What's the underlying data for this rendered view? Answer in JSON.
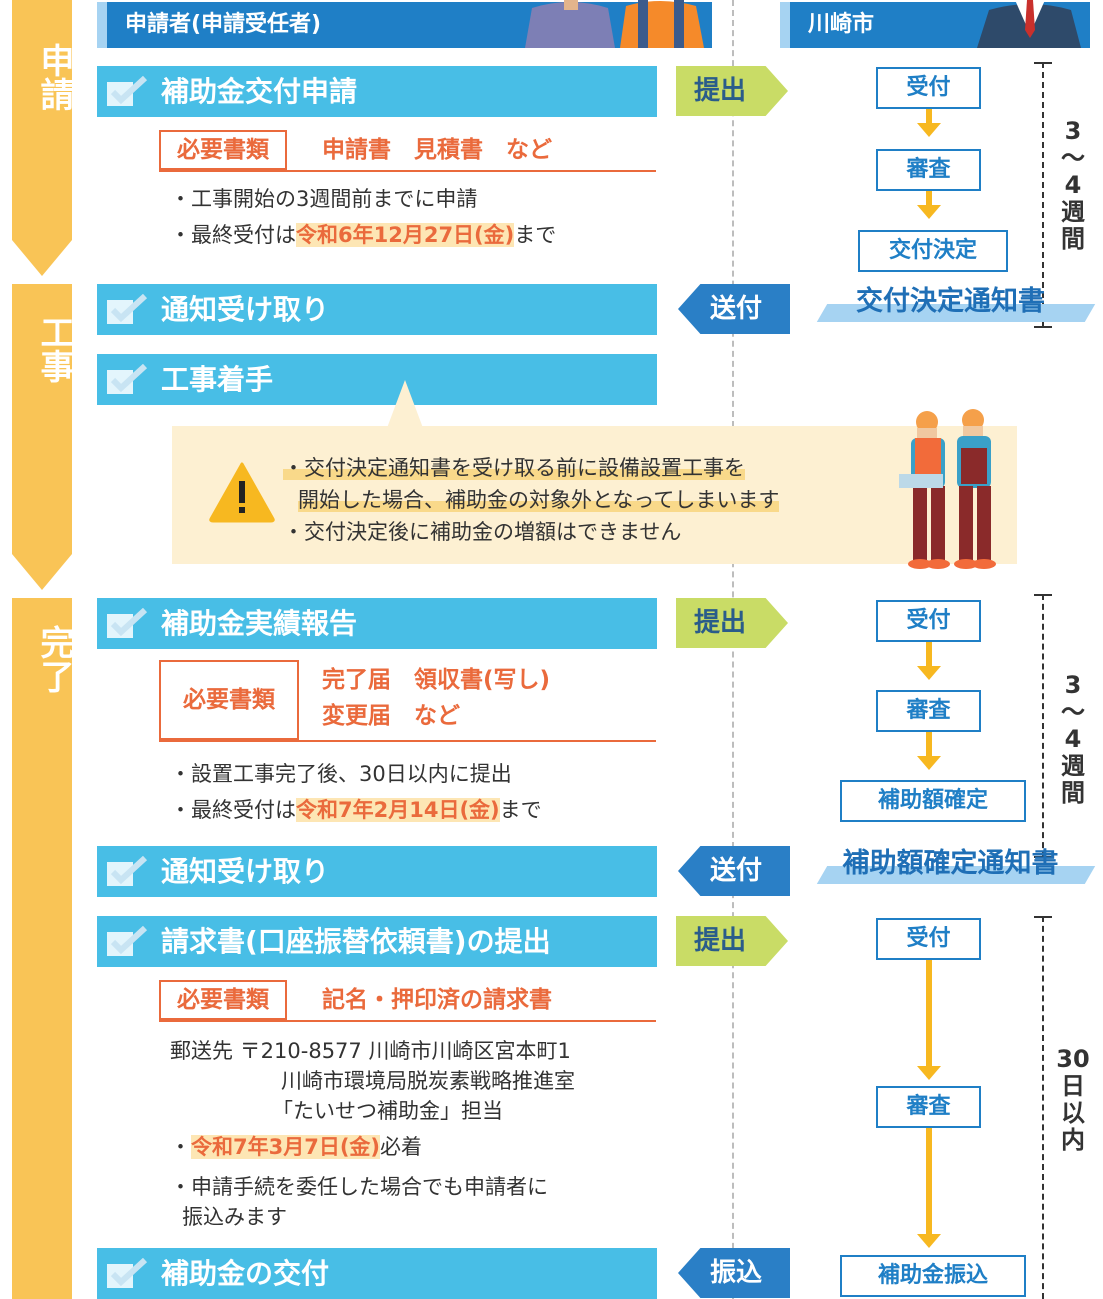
{
  "header": {
    "applicant_label": "申請者(申請受任者)",
    "city_label": "川崎市"
  },
  "phases": {
    "apply": "申請",
    "construction": "工事",
    "complete": "完了"
  },
  "apply": {
    "step_title": "補助金交付申請",
    "required_label": "必要書類",
    "required_docs": "申請書　見積書　など",
    "note1": "・工事開始の3週間前までに申請",
    "note2_prefix": "・最終受付は",
    "note2_highlight": "令和6年12月27日(金)",
    "note2_suffix": "まで",
    "submit_label": "提出",
    "city_flow": [
      "受付",
      "審査",
      "交付決定"
    ],
    "duration": [
      "3",
      "〜",
      "4",
      "週",
      "間"
    ]
  },
  "notice1": {
    "send_label": "送付",
    "step_title": "通知受け取り",
    "document": "交付決定通知書"
  },
  "construction": {
    "step_title": "工事着手",
    "warning1a": "・交付決定通知書を受け取る前に設備設置工事を",
    "warning1b": "開始した場合、補助金の対象外となってしまいます",
    "warning2": "・交付決定後に補助金の増額はできません"
  },
  "report": {
    "step_title": "補助金実績報告",
    "required_label": "必要書類",
    "required_docs_line1": "完了届　領収書(写し)",
    "required_docs_line2": "変更届　など",
    "note1": "・設置工事完了後、30日以内に提出",
    "note2_prefix": "・最終受付は",
    "note2_highlight": "令和7年2月14日(金)",
    "note2_suffix": "まで",
    "submit_label": "提出",
    "city_flow": [
      "受付",
      "審査",
      "補助額確定"
    ],
    "duration": [
      "3",
      "〜",
      "4",
      "週",
      "間"
    ]
  },
  "notice2": {
    "send_label": "送付",
    "step_title": "通知受け取り",
    "document": "補助額確定通知書"
  },
  "invoice": {
    "step_title": "請求書(口座振替依頼書)の提出",
    "required_label": "必要書類",
    "required_docs": "記名・押印済の請求書",
    "mail_line1": "郵送先 〒210-8577 川崎市川崎区宮本町1",
    "mail_line2": "川崎市環境局脱炭素戦略推進室",
    "mail_line3": "「たいせつ補助金」担当",
    "deadline_prefix": "・",
    "deadline_highlight": "令和7年3月7日(金)",
    "deadline_suffix": "必着",
    "note_line1": "・申請手続を委任した場合でも申請者に",
    "note_line2": "振込みます",
    "submit_label": "提出",
    "city_flow": [
      "受付",
      "審査",
      "補助金振込"
    ],
    "duration": [
      "30",
      "日",
      "以",
      "内"
    ]
  },
  "payment": {
    "step_title": "補助金の交付",
    "transfer_label": "振込"
  },
  "icons": [
    "check-icon",
    "warning-icon",
    "worker-illustration",
    "person-illustration"
  ],
  "colors": {
    "phase": "#f9c456",
    "step": "#48bee6",
    "header": "#1f7fc6",
    "required": "#ea6a3c",
    "submit_arrow": "#c9dc66",
    "send_arrow": "#2a7fc6",
    "flow_arrow": "#f7b820"
  }
}
